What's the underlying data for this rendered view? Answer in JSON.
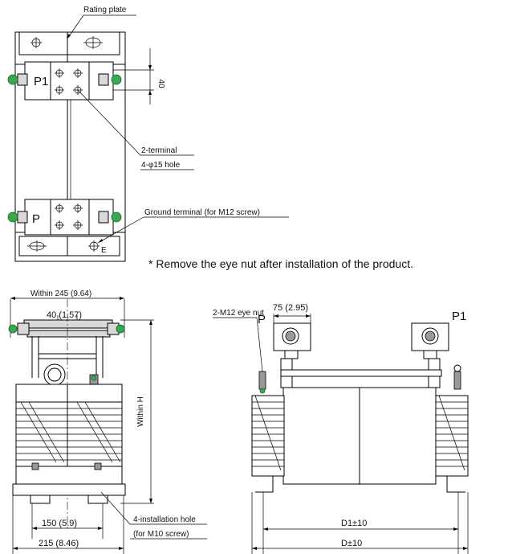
{
  "labels": {
    "rating_plate": "Rating plate",
    "dim_40_vertical": "40",
    "p1_terminal": "P1",
    "p_terminal": "P",
    "terminal_callout_line1": "2-terminal",
    "terminal_callout_line2": "4-φ15 hole",
    "ground_terminal": "Ground terminal (for M12 screw)",
    "earth_mark": "E",
    "remove_note": "* Remove the eye nut after installation of the product.",
    "within_width": "Within 245 (9.64)",
    "spacing_40": "40 (1.57)",
    "within_h": "Within H",
    "spacing_150": "150 (5.9)",
    "width_215": "215 (8.46)",
    "installation_hole_line1": "4-installation hole",
    "installation_hole_line2": "(for M10 screw)",
    "terminal_width_75": "75 (2.95)",
    "eye_nut": "2-M12 eye nut",
    "p_side": "P",
    "p1_side": "P1",
    "d1_dim": "D1±10",
    "d_dim": "D±10"
  },
  "colors": {
    "line": "#000000",
    "fill_gray": "#d9d9d9",
    "bolt_green": "#39a852"
  }
}
